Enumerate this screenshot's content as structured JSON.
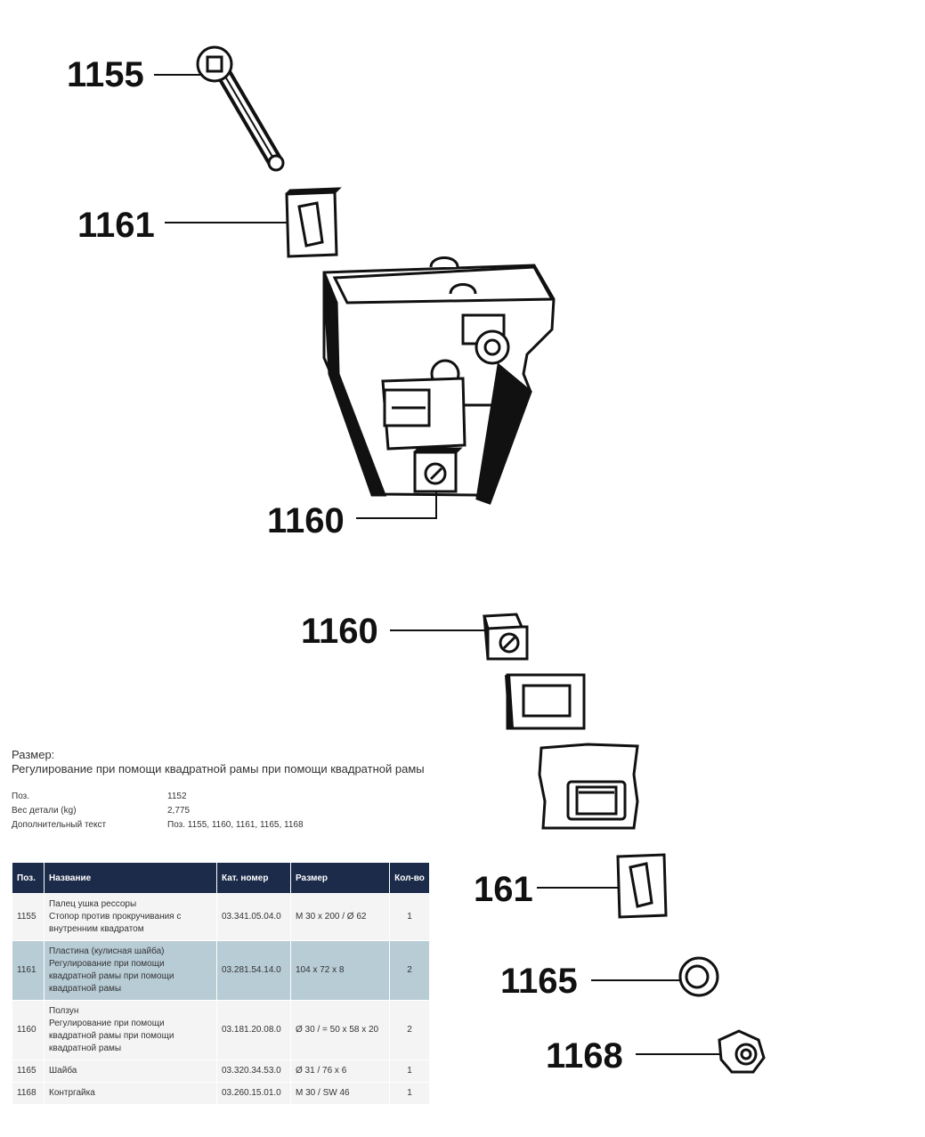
{
  "callouts": {
    "c1155": "1155",
    "c1161": "1161",
    "c1160a": "1160",
    "c1160b": "1160",
    "c161": "161",
    "c1165": "1165",
    "c1168": "1168"
  },
  "info": {
    "heading": "Размер:",
    "subheading": "Регулирование при помощи квадратной рамы при помощи квадратной рамы",
    "props": [
      {
        "label": "Поз.",
        "value": "1152"
      },
      {
        "label": "Вес детали (kg)",
        "value": "2,775"
      },
      {
        "label": "Дополнительный текст",
        "value": "Поз. 1155, 1160, 1161, 1165, 1168"
      }
    ]
  },
  "table": {
    "headers": [
      "Поз.",
      "Название",
      "Кат. номер",
      "Размер",
      "Кол-во"
    ],
    "rows": [
      {
        "pos": "1155",
        "name": [
          "Палец ушка рессоры",
          "Стопор против прокручивания с",
          "внутренним квадратом"
        ],
        "cat": "03.341.05.04.0",
        "size": "M 30 x 200 / Ø 62",
        "qty": "1"
      },
      {
        "pos": "1161",
        "name": [
          "Пластина (кулисная шайба)",
          "Регулирование при помощи",
          "квадратной рамы при помощи",
          "квадратной рамы"
        ],
        "cat": "03.281.54.14.0",
        "size": "104 x 72 x 8",
        "qty": "2"
      },
      {
        "pos": "1160",
        "name": [
          "Ползун",
          "Регулирование при помощи",
          "квадратной рамы при помощи",
          "квадратной рамы"
        ],
        "cat": "03.181.20.08.0",
        "size": "Ø 30 / = 50 x 58 x 20",
        "qty": "2"
      },
      {
        "pos": "1165",
        "name": [
          "Шайба"
        ],
        "cat": "03.320.34.53.0",
        "size": "Ø 31 / 76 x 6",
        "qty": "1"
      },
      {
        "pos": "1168",
        "name": [
          "Контргайка"
        ],
        "cat": "03.260.15.01.0",
        "size": "M 30 / SW 46",
        "qty": "1"
      }
    ]
  },
  "colors": {
    "header_bg": "#1c2b4a",
    "highlight_row": "#b8ccd6",
    "row_bg": "#f4f4f4"
  }
}
